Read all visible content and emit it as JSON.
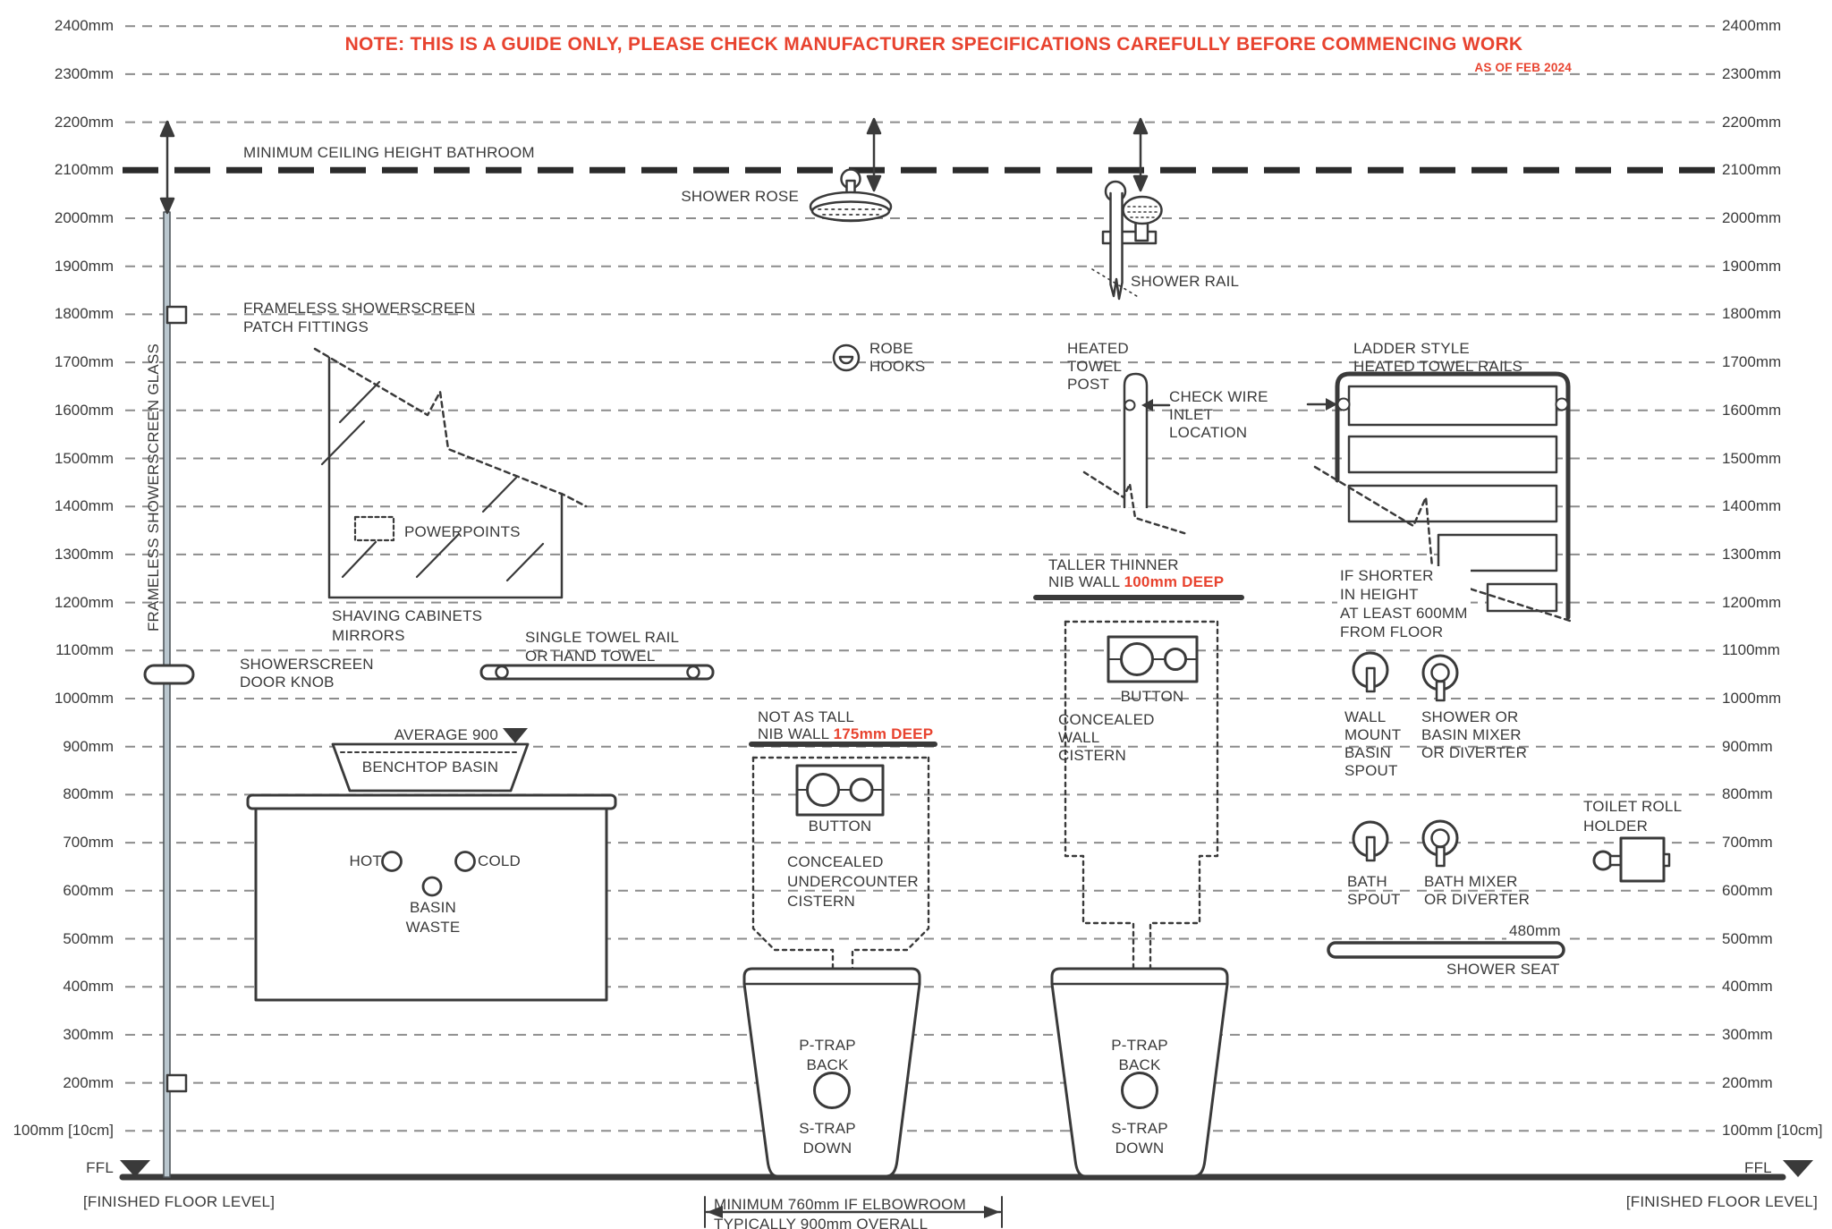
{
  "colors": {
    "red": "#E8432F",
    "ink": "#3A3A3A",
    "grid": "#8C8C8C",
    "glass_fill": "#B9C6CE"
  },
  "note": {
    "text": "NOTE: THIS IS A GUIDE ONLY, PLEASE CHECK MANUFACTURER SPECIFICATIONS CAREFULLY BEFORE COMMENCING WORK",
    "as_of": "AS OF FEB 2024"
  },
  "scale": {
    "rows": [
      {
        "mm": 2400,
        "label": "2400mm"
      },
      {
        "mm": 2300,
        "label": "2300mm"
      },
      {
        "mm": 2200,
        "label": "2200mm"
      },
      {
        "mm": 2100,
        "label": "2100mm"
      },
      {
        "mm": 2000,
        "label": "2000mm"
      },
      {
        "mm": 1900,
        "label": "1900mm"
      },
      {
        "mm": 1800,
        "label": "1800mm"
      },
      {
        "mm": 1700,
        "label": "1700mm"
      },
      {
        "mm": 1600,
        "label": "1600mm"
      },
      {
        "mm": 1500,
        "label": "1500mm"
      },
      {
        "mm": 1400,
        "label": "1400mm"
      },
      {
        "mm": 1300,
        "label": "1300mm"
      },
      {
        "mm": 1200,
        "label": "1200mm"
      },
      {
        "mm": 1100,
        "label": "1100mm"
      },
      {
        "mm": 1000,
        "label": "1000mm"
      },
      {
        "mm": 900,
        "label": "900mm"
      },
      {
        "mm": 800,
        "label": "800mm"
      },
      {
        "mm": 700,
        "label": "700mm"
      },
      {
        "mm": 600,
        "label": "600mm"
      },
      {
        "mm": 500,
        "label": "500mm"
      },
      {
        "mm": 400,
        "label": "400mm"
      },
      {
        "mm": 300,
        "label": "300mm"
      },
      {
        "mm": 200,
        "label": "200mm"
      },
      {
        "mm": 100,
        "label": "100mm [10cm]"
      }
    ],
    "ffl": "FFL",
    "finished_floor": "[FINISHED FLOOR LEVEL]"
  },
  "ceiling_label": "MINIMUM CEILING HEIGHT BATHROOM",
  "shower": {
    "rose": "SHOWER ROSE",
    "rail": "SHOWER RAIL",
    "robe_hooks": "ROBE\nHOOKS",
    "seat_height": "480mm",
    "seat": "SHOWER SEAT"
  },
  "screen": {
    "patch": "FRAMELESS SHOWERSCREEN\nPATCH FITTINGS",
    "glass": "FRAMELESS SHOWERSCREEN GLASS",
    "door_knob": "SHOWERSCREEN\nDOOR KNOB"
  },
  "cabinet": {
    "shaving": "SHAVING CABINETS\nMIRRORS",
    "powerpoints": "POWERPOINTS"
  },
  "towel": {
    "single_rail": "SINGLE TOWEL RAIL\nOR HAND TOWEL",
    "heated_post": "HEATED\nTOWEL\nPOST",
    "check_wire": "CHECK WIRE\nINLET\nLOCATION",
    "ladder": "LADDER STYLE\nHEATED TOWEL RAILS",
    "if_shorter": "IF SHORTER\nIN HEIGHT\nAT LEAST 600MM\nFROM FLOOR"
  },
  "vanity": {
    "average": "AVERAGE 900",
    "basin": "BENCHTOP BASIN",
    "hot": "HOT",
    "cold": "COLD",
    "waste": "BASIN\nWASTE"
  },
  "cistern1": {
    "line1": "NOT AS TALL",
    "line2_black": "NIB WALL ",
    "line2_red": "175mm DEEP",
    "button": "BUTTON",
    "body": "CONCEALED\nUNDERCOUNTER\nCISTERN"
  },
  "cistern2": {
    "line1": "TALLER THINNER",
    "line2_black": "NIB WALL ",
    "line2_red": "100mm DEEP",
    "button": "BUTTON",
    "body": "CONCEALED\nWALL\nCISTERN"
  },
  "toilet": {
    "p_trap": "P-TRAP\nBACK",
    "s_trap": "S-TRAP\nDOWN",
    "dim1": "MINIMUM 760mm IF ELBOWROOM",
    "dim2": "TYPICALLY 900mm OVERALL"
  },
  "tapware": {
    "wall_spout": "WALL\nMOUNT\nBASIN\nSPOUT",
    "shower_mixer": "SHOWER OR\nBASIN MIXER\nOR DIVERTER",
    "bath_spout": "BATH\nSPOUT",
    "bath_mixer": "BATH MIXER\nOR DIVERTER",
    "toilet_roll": "TOILET ROLL\nHOLDER"
  }
}
